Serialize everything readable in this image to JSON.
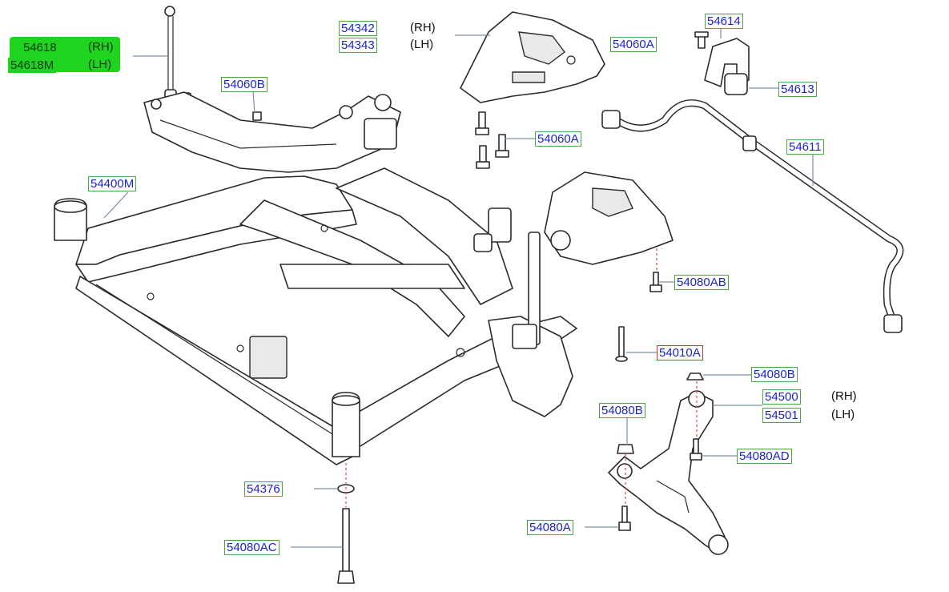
{
  "callouts": {
    "c54618": "54618",
    "c54618M": "54618M",
    "c54060B_top": "54060B",
    "c54400M": "54400M",
    "c54342": "54342",
    "c54343": "54343",
    "c54060A_top": "54060A",
    "c54614": "54614",
    "c54613": "54613",
    "c54060A_mid": "54060A",
    "c54611": "54611",
    "c54080AB": "54080AB",
    "c54010A": "54010A",
    "c54080B_right": "54080B",
    "c54500": "54500",
    "c54501": "54501",
    "c54080B_left": "54080B",
    "c54080AD": "54080AD",
    "c54376": "54376",
    "c54080A": "54080A",
    "c54080AC": "54080AC"
  },
  "sides": {
    "rh": "(RH)",
    "lh": "(LH)"
  },
  "colors": {
    "callout_text": "#1c24c8",
    "callout_border": "#45a845",
    "callout_border_alert": "#e02b2b",
    "highlight": "#1fd41f"
  }
}
